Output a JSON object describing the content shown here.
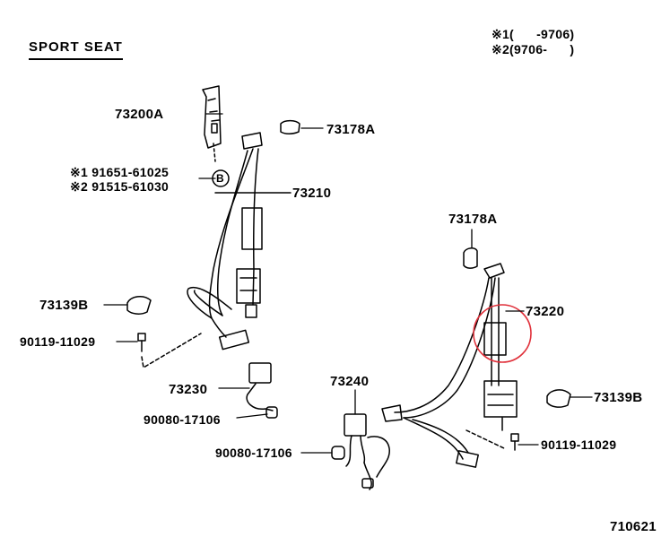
{
  "diagram_title": "SPORT SEAT",
  "legend": {
    "row1_mark": "※1",
    "row1_text": "(      -9706)",
    "row2_mark": "※2",
    "row2_text": "(9706-      )"
  },
  "labels": {
    "p73200A": "73200A",
    "p73178A_top": "73178A",
    "p73210": "73210",
    "p91651": "※1 91651-61025",
    "p91515": "※2 91515-61030",
    "circle_b": "B",
    "p73139B_left": "73139B",
    "p90119_left": "90119-11029",
    "p73230": "73230",
    "p90080_left": "90080-17106",
    "p73178A_right": "73178A",
    "p73220": "73220",
    "p73240": "73240",
    "p73139B_right": "73139B",
    "p90080_bottom": "90080-17106",
    "p90119_right": "90119-11029"
  },
  "figure_number": "710621",
  "colors": {
    "ink": "#000000",
    "highlight": "#e0303a"
  }
}
